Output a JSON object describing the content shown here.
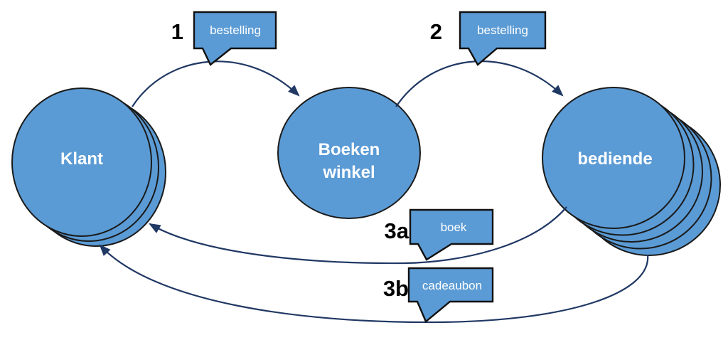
{
  "colors": {
    "background": "#ffffff",
    "node_fill": "#5b9bd5",
    "node_stroke": "#1a1a1a",
    "callout_fill": "#5b9bd5",
    "callout_stroke": "#111111",
    "arrow": "#203864",
    "label_text": "#ffffff",
    "number_text": "#000000"
  },
  "nodes": [
    {
      "id": "klant",
      "label": "Klant",
      "stack_count": 3
    },
    {
      "id": "boekenwinkel",
      "label_line1": "Boeken",
      "label_line2": "winkel",
      "stack_count": 1
    },
    {
      "id": "bediende",
      "label": "bediende",
      "stack_count": 5
    }
  ],
  "messages": [
    {
      "step": "1",
      "label": "bestelling",
      "from": "Klant",
      "to": "Boeken winkel"
    },
    {
      "step": "2",
      "label": "bestelling",
      "from": "Boeken winkel",
      "to": "bediende"
    },
    {
      "step": "3a",
      "label": "boek",
      "from": "bediende",
      "to": "Klant"
    },
    {
      "step": "3b",
      "label": "cadeaubon",
      "from": "bediende",
      "to": "Klant"
    }
  ]
}
